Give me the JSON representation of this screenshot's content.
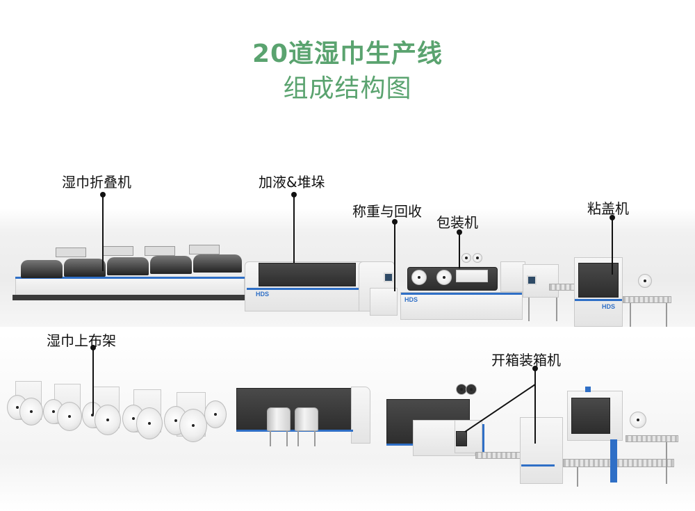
{
  "title": {
    "line1": "20道湿巾生产线",
    "line2": "组成结构图",
    "color": "#5aa36f"
  },
  "labels": {
    "folding_machine": "湿巾折叠机",
    "liquid_stacking": "加液&堆垛",
    "weighing_recycle": "称重与回收",
    "packaging_machine": "包装机",
    "lid_applicator": "粘盖机",
    "fabric_rack": "湿巾上布架",
    "case_erector_packer": "开箱装箱机"
  },
  "machine_branding": {
    "brand_text": "HDS",
    "brand_color": "#2f6fc6"
  }
}
